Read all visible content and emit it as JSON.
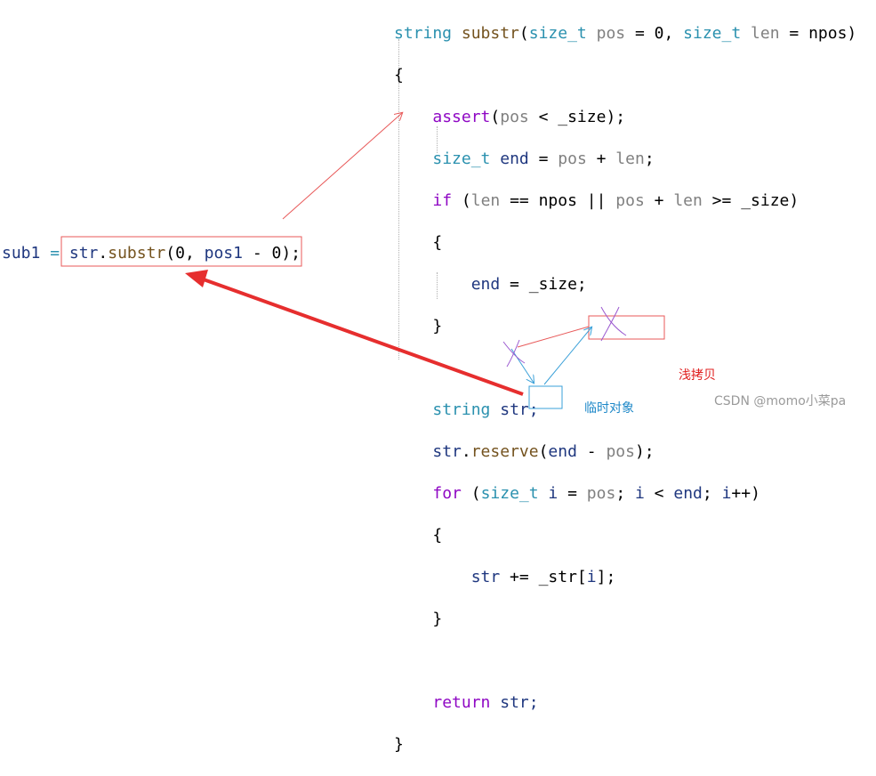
{
  "code": {
    "signature": {
      "ret_type": "string",
      "name": "substr",
      "p1_type": "size_t",
      "p1_name": "pos",
      "p1_default": " = 0, ",
      "p2_type": "size_t",
      "p2_name": "len",
      "p2_default": " = npos)"
    },
    "open_brace": "{",
    "assert_kw": "assert",
    "assert_rest_a": "(",
    "assert_pos": "pos",
    "assert_rest_b": " < _size);",
    "end_type": "size_t",
    "end_name": "end",
    "end_eq": " = ",
    "end_pos": "pos",
    "end_plus": " + ",
    "end_len": "len",
    "end_semi": ";",
    "if_kw": "if",
    "if_open": " (",
    "if_len": "len",
    "if_mid": " == npos || ",
    "if_pos": "pos",
    "if_plus": " + ",
    "if_len2": "len",
    "if_tail": " >= _size)",
    "inner_open": "{",
    "assign_end": "end",
    "assign_rest": " = _size;",
    "inner_close": "}",
    "str_type": "string",
    "str_name": "str;",
    "reserve_obj": "str",
    "reserve_dot": ".",
    "reserve_fn": "reserve",
    "reserve_a": "(",
    "reserve_end": "end",
    "reserve_minus": " - ",
    "reserve_pos": "pos",
    "reserve_b": ");",
    "for_kw": "for",
    "for_a": " (",
    "for_type": "size_t",
    "for_i": " i",
    "for_eq": " = ",
    "for_pos": "pos",
    "for_b": "; ",
    "for_i2": "i",
    "for_lt": " < ",
    "for_end": "end",
    "for_c": "; ",
    "for_i3": "i",
    "for_d": "++)",
    "loop_open": "{",
    "loop_str": "str",
    "loop_a": " += _str[",
    "loop_i": "i",
    "loop_b": "];",
    "loop_close": "}",
    "return_kw": "return",
    "return_var": " str;",
    "close_brace": "}"
  },
  "call": {
    "lhs": "sub1",
    "eq": " = ",
    "obj": "str",
    "dot": ".",
    "fn": "substr",
    "args_a": "(0, ",
    "arg_pos1": "pos1",
    "args_b": " - 0);"
  },
  "annotations": {
    "shallow_copy": "浅拷贝",
    "temp_object": "临时对象",
    "watermark": "CSDN @momo小菜pa"
  },
  "colors": {
    "red_annotation": "#e02020",
    "blue_annotation": "#1e88c8"
  }
}
